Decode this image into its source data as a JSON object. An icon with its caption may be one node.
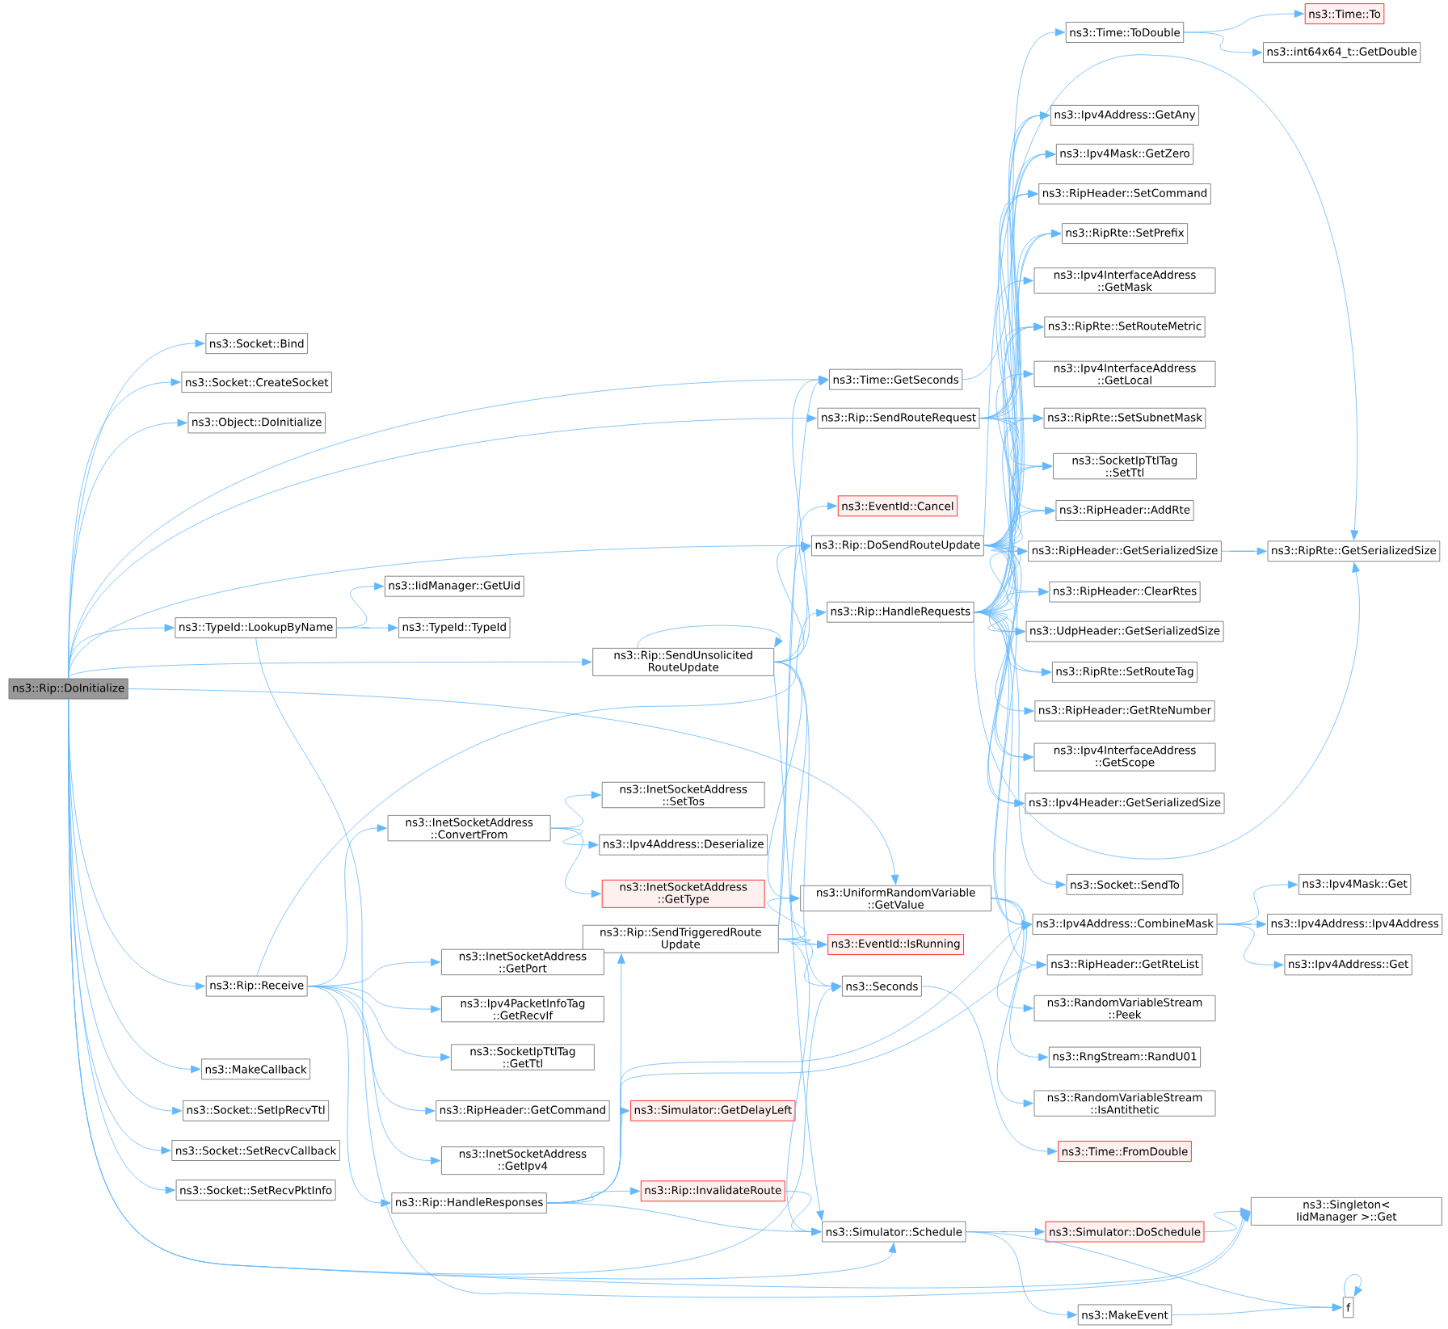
{
  "diagram": {
    "nodes": [
      {
        "text": [
          "ns3::Rip::DoInitialize"
        ]
      },
      {
        "text": [
          "ns3::Socket::Bind"
        ]
      },
      {
        "text": [
          "ns3::Socket::CreateSocket"
        ]
      },
      {
        "text": [
          "ns3::Object::DoInitialize"
        ]
      },
      {
        "text": [
          "ns3::TypeId::LookupByName"
        ]
      },
      {
        "text": [
          "ns3::IidManager::GetUid"
        ]
      },
      {
        "text": [
          "ns3::TypeId::TypeId"
        ]
      },
      {
        "text": [
          "ns3::Rip::SendUnsolicited RouteUpdate"
        ]
      },
      {
        "text": [
          "ns3::Time::GetSeconds"
        ]
      },
      {
        "text": [
          "ns3::Rip::SendRouteRequest"
        ]
      },
      {
        "text": [
          "ns3::EventId::Cancel"
        ]
      },
      {
        "text": [
          "ns3::Rip::DoSendRouteUpdate"
        ]
      },
      {
        "text": [
          "ns3::Rip::HandleRequests"
        ]
      },
      {
        "text": [
          "ns3::Time::ToDouble"
        ]
      },
      {
        "text": [
          "ns3::Time::To"
        ]
      },
      {
        "text": [
          "ns3::int64x64_t::GetDouble"
        ]
      },
      {
        "text": [
          "ns3::Ipv4Address::GetAny"
        ]
      },
      {
        "text": [
          "ns3::Ipv4Mask::GetZero"
        ]
      },
      {
        "text": [
          "ns3::RipHeader::SetCommand"
        ]
      },
      {
        "text": [
          "ns3::RipRte::SetPrefix"
        ]
      },
      {
        "text": [
          "ns3::Ipv4InterfaceAddress ::GetMask"
        ]
      },
      {
        "text": [
          "ns3::RipRte::SetRouteMetric"
        ]
      },
      {
        "text": [
          "ns3::Ipv4InterfaceAddress ::GetLocal"
        ]
      },
      {
        "text": [
          "ns3::RipRte::SetSubnetMask"
        ]
      },
      {
        "text": [
          "ns3::SocketIpTtlTag ::SetTtl"
        ]
      },
      {
        "text": [
          "ns3::RipHeader::AddRte"
        ]
      },
      {
        "text": [
          "ns3::RipHeader::GetSerializedSize"
        ]
      },
      {
        "text": [
          "ns3::RipRte::GetSerializedSize"
        ]
      },
      {
        "text": [
          "ns3::RipHeader::ClearRtes"
        ]
      },
      {
        "text": [
          "ns3::UdpHeader::GetSerializedSize"
        ]
      },
      {
        "text": [
          "ns3::RipRte::SetRouteTag"
        ]
      },
      {
        "text": [
          "ns3::RipHeader::GetRteNumber"
        ]
      },
      {
        "text": [
          "ns3::Ipv4InterfaceAddress ::GetScope"
        ]
      },
      {
        "text": [
          "ns3::Ipv4Header::GetSerializedSize"
        ]
      },
      {
        "text": [
          "ns3::Socket::SendTo"
        ]
      },
      {
        "text": [
          "ns3::Ipv4Address::CombineMask"
        ]
      },
      {
        "text": [
          "ns3::Ipv4Mask::Get"
        ]
      },
      {
        "text": [
          "ns3::Ipv4Address::Ipv4Address"
        ]
      },
      {
        "text": [
          "ns3::Ipv4Address::Get"
        ]
      },
      {
        "text": [
          "ns3::RipHeader::GetRteList"
        ]
      },
      {
        "text": [
          "ns3::RandomVariableStream ::Peek"
        ]
      },
      {
        "text": [
          "ns3::RngStream::RandU01"
        ]
      },
      {
        "text": [
          "ns3::RandomVariableStream ::IsAntithetic"
        ]
      },
      {
        "text": [
          "ns3::Time::FromDouble"
        ]
      },
      {
        "text": [
          "ns3::Singleton< IidManager >::Get"
        ]
      },
      {
        "text": [
          "ns3::Simulator::DoSchedule"
        ]
      },
      {
        "text": [
          "ns3::MakeEvent"
        ]
      },
      {
        "text": [
          "f"
        ]
      },
      {
        "text": [
          "ns3::UniformRandomVariable ::GetValue"
        ]
      },
      {
        "text": [
          "ns3::EventId::IsRunning"
        ]
      },
      {
        "text": [
          "ns3::Seconds"
        ]
      },
      {
        "text": [
          "ns3::Simulator::Schedule"
        ]
      },
      {
        "text": [
          "ns3::Rip::SendTriggeredRoute Update"
        ]
      },
      {
        "text": [
          "ns3::Simulator::GetDelayLeft"
        ]
      },
      {
        "text": [
          "ns3::Rip::InvalidateRoute"
        ]
      },
      {
        "text": [
          "ns3::Rip::HandleResponses"
        ]
      },
      {
        "text": [
          "ns3::InetSocketAddress ::ConvertFrom"
        ]
      },
      {
        "text": [
          "ns3::InetSocketAddress ::SetTos"
        ]
      },
      {
        "text": [
          "ns3::Ipv4Address::Deserialize"
        ]
      },
      {
        "text": [
          "ns3::InetSocketAddress ::GetType"
        ]
      },
      {
        "text": [
          "ns3::Rip::Receive"
        ]
      },
      {
        "text": [
          "ns3::InetSocketAddress ::GetPort"
        ]
      },
      {
        "text": [
          "ns3::Ipv4PacketInfoTag ::GetRecvIf"
        ]
      },
      {
        "text": [
          "ns3::SocketIpTtlTag ::GetTtl"
        ]
      },
      {
        "text": [
          "ns3::RipHeader::GetCommand"
        ]
      },
      {
        "text": [
          "ns3::InetSocketAddress ::GetIpv4"
        ]
      },
      {
        "text": [
          "ns3::MakeCallback"
        ]
      },
      {
        "text": [
          "ns3::Socket::SetIpRecvTtl"
        ]
      },
      {
        "text": [
          "ns3::Socket::SetRecvCallback"
        ]
      },
      {
        "text": [
          "ns3::Socket::SetRecvPktInfo"
        ]
      }
    ],
    "edges": [
      {
        "from": 0,
        "to": 1,
        "arrow": "to"
      },
      {
        "from": 0,
        "to": 2,
        "arrow": "to"
      },
      {
        "from": 0,
        "to": 3,
        "arrow": "to"
      },
      {
        "from": 0,
        "to": 8,
        "arrow": "to"
      },
      {
        "from": 0,
        "to": 9,
        "arrow": "to"
      },
      {
        "from": 0,
        "to": 11,
        "arrow": "to"
      },
      {
        "from": 0,
        "to": 4,
        "arrow": "to"
      },
      {
        "from": 0,
        "to": 7,
        "arrow": "to"
      },
      {
        "from": 0,
        "to": 48,
        "arrow": "to"
      },
      {
        "from": 0,
        "to": 50,
        "arrow": "to"
      },
      {
        "from": 0,
        "to": 44,
        "arrow": "to"
      },
      {
        "from": 0,
        "to": 60,
        "arrow": "to"
      },
      {
        "from": 0,
        "to": 51,
        "arrow": "to"
      },
      {
        "from": 0,
        "to": 66,
        "arrow": "to"
      },
      {
        "from": 0,
        "to": 67,
        "arrow": "to"
      },
      {
        "from": 0,
        "to": 68,
        "arrow": "to"
      },
      {
        "from": 0,
        "to": 69,
        "arrow": "to"
      },
      {
        "from": 4,
        "to": 5,
        "arrow": "to"
      },
      {
        "from": 4,
        "to": 6,
        "arrow": "to"
      },
      {
        "from": 4,
        "to": 44,
        "arrow": "to"
      },
      {
        "from": 7,
        "to": 7,
        "arrow": "to"
      },
      {
        "from": 7,
        "to": 8,
        "arrow": "to"
      },
      {
        "from": 7,
        "to": 10,
        "arrow": "to"
      },
      {
        "from": 7,
        "to": 11,
        "arrow": "to"
      },
      {
        "from": 7,
        "to": 48,
        "arrow": "to"
      },
      {
        "from": 7,
        "to": 49,
        "arrow": "to"
      },
      {
        "from": 7,
        "to": 50,
        "arrow": "to"
      },
      {
        "from": 7,
        "to": 51,
        "arrow": "to"
      },
      {
        "from": 8,
        "to": 13,
        "arrow": "to"
      },
      {
        "from": 13,
        "to": 14,
        "arrow": "to"
      },
      {
        "from": 13,
        "to": 15,
        "arrow": "to"
      },
      {
        "from": 9,
        "to": 16,
        "arrow": "to"
      },
      {
        "from": 9,
        "to": 17,
        "arrow": "to"
      },
      {
        "from": 9,
        "to": 18,
        "arrow": "to"
      },
      {
        "from": 9,
        "to": 19,
        "arrow": "to"
      },
      {
        "from": 9,
        "to": 21,
        "arrow": "to"
      },
      {
        "from": 9,
        "to": 23,
        "arrow": "to"
      },
      {
        "from": 9,
        "to": 24,
        "arrow": "to"
      },
      {
        "from": 9,
        "to": 25,
        "arrow": "to"
      },
      {
        "from": 11,
        "to": 16,
        "arrow": "to"
      },
      {
        "from": 11,
        "to": 17,
        "arrow": "to"
      },
      {
        "from": 11,
        "to": 18,
        "arrow": "to"
      },
      {
        "from": 11,
        "to": 19,
        "arrow": "to"
      },
      {
        "from": 11,
        "to": 20,
        "arrow": "to"
      },
      {
        "from": 11,
        "to": 21,
        "arrow": "to"
      },
      {
        "from": 11,
        "to": 22,
        "arrow": "to"
      },
      {
        "from": 11,
        "to": 23,
        "arrow": "to"
      },
      {
        "from": 11,
        "to": 24,
        "arrow": "to"
      },
      {
        "from": 11,
        "to": 25,
        "arrow": "to"
      },
      {
        "from": 11,
        "to": 26,
        "arrow": "to"
      },
      {
        "from": 11,
        "to": 27,
        "arrow": "to"
      },
      {
        "from": 11,
        "to": 28,
        "arrow": "to"
      },
      {
        "from": 11,
        "to": 29,
        "arrow": "to"
      },
      {
        "from": 11,
        "to": 30,
        "arrow": "to"
      },
      {
        "from": 11,
        "to": 32,
        "arrow": "to"
      },
      {
        "from": 11,
        "to": 33,
        "arrow": "to"
      },
      {
        "from": 11,
        "to": 35,
        "arrow": "to"
      },
      {
        "from": 12,
        "to": 16,
        "arrow": "to"
      },
      {
        "from": 12,
        "to": 17,
        "arrow": "to"
      },
      {
        "from": 12,
        "to": 18,
        "arrow": "to"
      },
      {
        "from": 12,
        "to": 19,
        "arrow": "to"
      },
      {
        "from": 12,
        "to": 21,
        "arrow": "to"
      },
      {
        "from": 12,
        "to": 23,
        "arrow": "to"
      },
      {
        "from": 12,
        "to": 24,
        "arrow": "to"
      },
      {
        "from": 12,
        "to": 25,
        "arrow": "to"
      },
      {
        "from": 12,
        "to": 26,
        "arrow": "to"
      },
      {
        "from": 12,
        "to": 27,
        "arrow": "to"
      },
      {
        "from": 12,
        "to": 28,
        "arrow": "to"
      },
      {
        "from": 12,
        "to": 29,
        "arrow": "to"
      },
      {
        "from": 12,
        "to": 30,
        "arrow": "to"
      },
      {
        "from": 12,
        "to": 31,
        "arrow": "to"
      },
      {
        "from": 12,
        "to": 32,
        "arrow": "to"
      },
      {
        "from": 12,
        "to": 33,
        "arrow": "to"
      },
      {
        "from": 12,
        "to": 34,
        "arrow": "to"
      },
      {
        "from": 12,
        "to": 35,
        "arrow": "to"
      },
      {
        "from": 12,
        "to": 39,
        "arrow": "to"
      },
      {
        "from": 26,
        "to": 27,
        "arrow": "to"
      },
      {
        "from": 35,
        "to": 36,
        "arrow": "to"
      },
      {
        "from": 35,
        "to": 37,
        "arrow": "to"
      },
      {
        "from": 35,
        "to": 38,
        "arrow": "to"
      },
      {
        "from": 48,
        "to": 40,
        "arrow": "to"
      },
      {
        "from": 48,
        "to": 41,
        "arrow": "to"
      },
      {
        "from": 48,
        "to": 42,
        "arrow": "to"
      },
      {
        "from": 50,
        "to": 43,
        "arrow": "to"
      },
      {
        "from": 51,
        "to": 45,
        "arrow": "to"
      },
      {
        "from": 51,
        "to": 46,
        "arrow": "to"
      },
      {
        "from": 51,
        "to": 47,
        "arrow": "to"
      },
      {
        "from": 45,
        "to": 44,
        "arrow": "to"
      },
      {
        "from": 46,
        "to": 47,
        "arrow": "to"
      },
      {
        "from": 47,
        "to": 47,
        "arrow": "to"
      },
      {
        "from": 52,
        "to": 8,
        "arrow": "to"
      },
      {
        "from": 52,
        "to": 11,
        "arrow": "to"
      },
      {
        "from": 52,
        "to": 48,
        "arrow": "to"
      },
      {
        "from": 52,
        "to": 49,
        "arrow": "to"
      },
      {
        "from": 52,
        "to": 50,
        "arrow": "to"
      },
      {
        "from": 52,
        "to": 51,
        "arrow": "to"
      },
      {
        "from": 55,
        "to": 52,
        "arrow": "to"
      },
      {
        "from": 55,
        "to": 53,
        "arrow": "to"
      },
      {
        "from": 55,
        "to": 54,
        "arrow": "to"
      },
      {
        "from": 55,
        "to": 51,
        "arrow": "to"
      },
      {
        "from": 55,
        "to": 35,
        "arrow": "to"
      },
      {
        "from": 55,
        "to": 39,
        "arrow": "to"
      },
      {
        "from": 54,
        "to": 51,
        "arrow": "to"
      },
      {
        "from": 56,
        "to": 57,
        "arrow": "to"
      },
      {
        "from": 56,
        "to": 58,
        "arrow": "to"
      },
      {
        "from": 56,
        "to": 59,
        "arrow": "to"
      },
      {
        "from": 60,
        "to": 12,
        "arrow": "to"
      },
      {
        "from": 60,
        "to": 56,
        "arrow": "to"
      },
      {
        "from": 60,
        "to": 61,
        "arrow": "to"
      },
      {
        "from": 60,
        "to": 62,
        "arrow": "to"
      },
      {
        "from": 60,
        "to": 63,
        "arrow": "to"
      },
      {
        "from": 60,
        "to": 64,
        "arrow": "to"
      },
      {
        "from": 60,
        "to": 65,
        "arrow": "to"
      },
      {
        "from": 60,
        "to": 55,
        "arrow": "to"
      }
    ]
  }
}
